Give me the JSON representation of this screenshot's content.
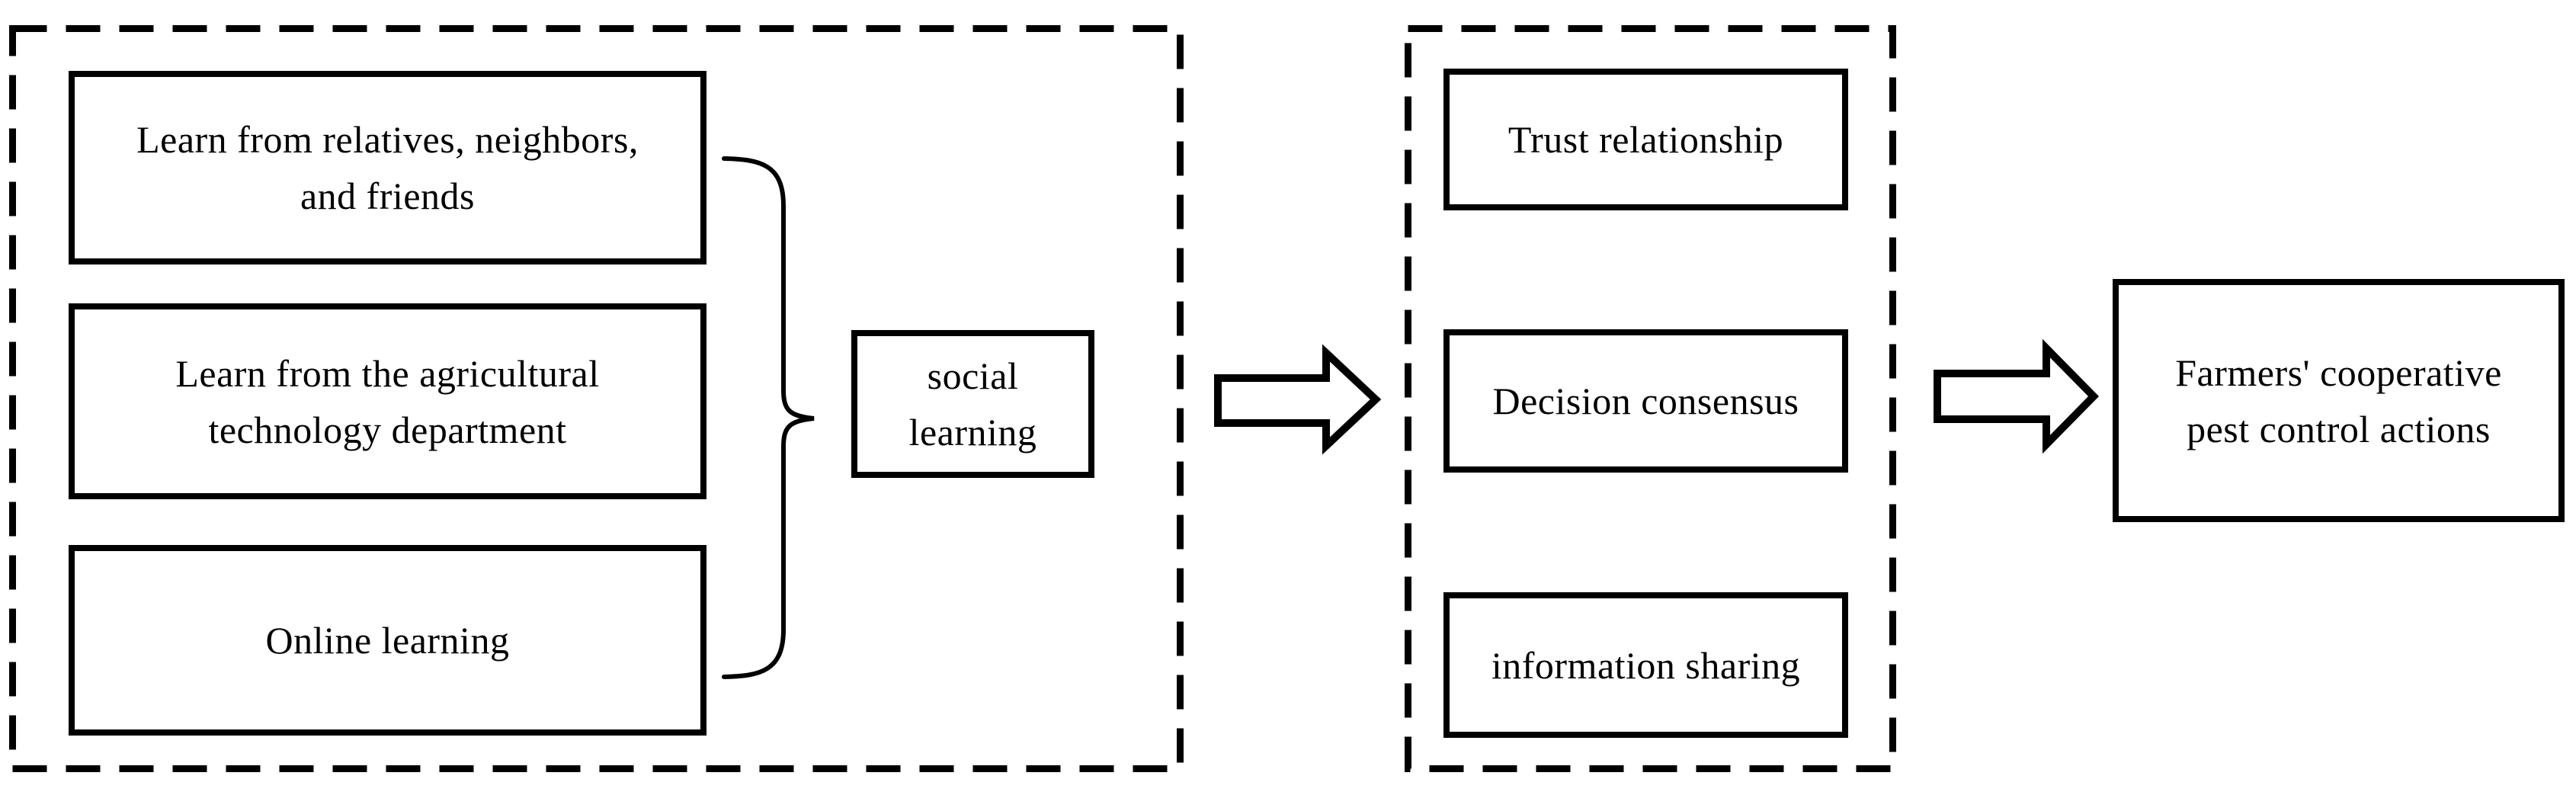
{
  "palette": {
    "ink": "#000000",
    "background": "#ffffff"
  },
  "diagram": {
    "social_learning_group": {
      "channels": [
        "Learn from relatives, neighbors,\nand friends",
        "Learn from the agricultural\ntechnology department",
        "Online learning"
      ],
      "aggregate": "social\nlearning"
    },
    "mediator_group": {
      "items": [
        "Trust relationship",
        "Decision consensus",
        "information sharing"
      ]
    },
    "outcome": "Farmers' cooperative\npest control actions"
  }
}
